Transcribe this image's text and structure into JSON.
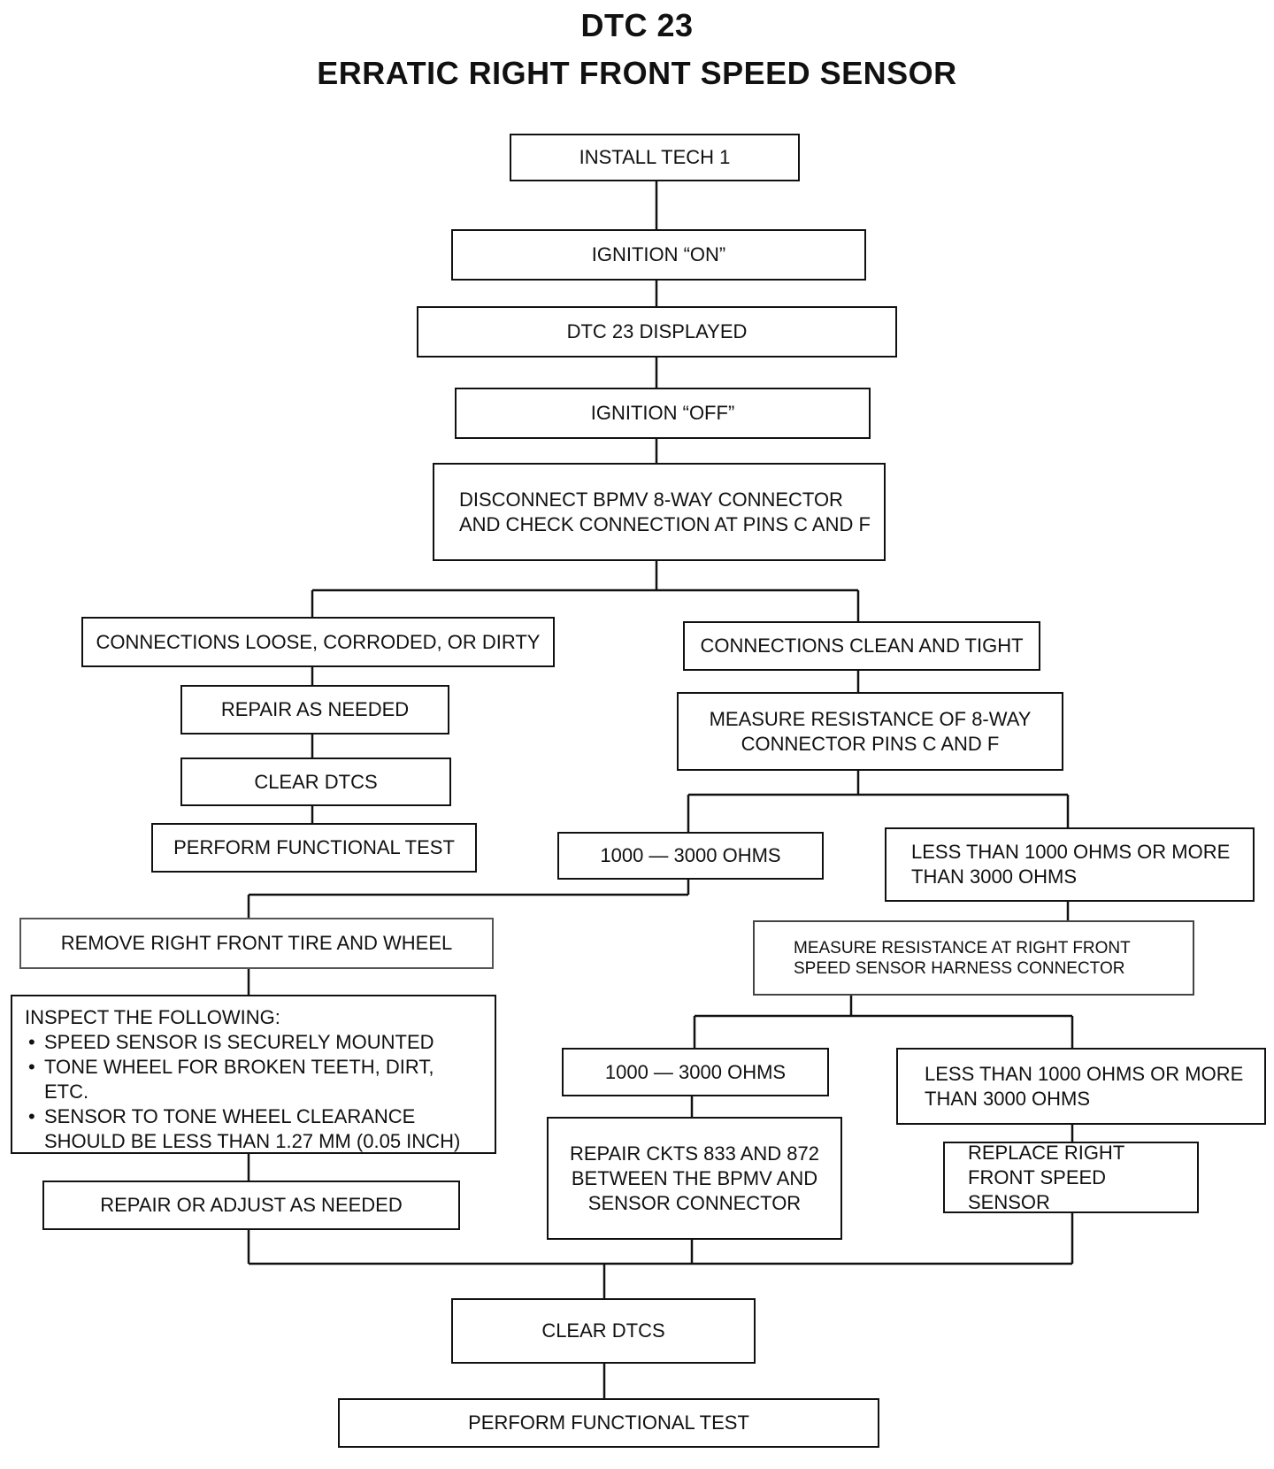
{
  "title": "DTC 23",
  "subtitle": "ERRATIC RIGHT FRONT SPEED SENSOR",
  "steps": {
    "install_tech1": "INSTALL TECH 1",
    "ignition_on": "IGNITION “ON”",
    "dtc_displayed": "DTC 23 DISPLAYED",
    "ignition_off": "IGNITION “OFF”",
    "disconnect_bpmv": "DISCONNECT BPMV 8-WAY CONNECTOR AND CHECK CONNECTION AT PINS C AND F",
    "connections_loose": "CONNECTIONS LOOSE, CORRODED, OR DIRTY",
    "repair_as_needed": "REPAIR AS NEEDED",
    "clear_dtcs_left": "CLEAR DTCS",
    "functional_test_left": "PERFORM FUNCTIONAL TEST",
    "connections_clean": "CONNECTIONS CLEAN AND TIGHT",
    "measure_8way": "MEASURE RESISTANCE OF 8-WAY CONNECTOR PINS C AND F",
    "ohms_ok_1": "1000 — 3000 OHMS",
    "ohms_bad_1": "LESS THAN 1000 OHMS OR MORE THAN 3000 OHMS",
    "remove_tire": "REMOVE RIGHT FRONT TIRE AND WHEEL",
    "inspect_heading": "INSPECT THE FOLLOWING:",
    "inspect_items": [
      "SPEED SENSOR IS SECURELY MOUNTED",
      "TONE WHEEL FOR BROKEN TEETH, DIRT, ETC.",
      "SENSOR TO TONE WHEEL CLEARANCE SHOULD BE LESS THAN 1.27 MM (0.05 INCH)"
    ],
    "repair_adjust": "REPAIR OR ADJUST AS NEEDED",
    "measure_harness": "MEASURE RESISTANCE AT RIGHT FRONT SPEED SENSOR HARNESS CONNECTOR",
    "ohms_ok_2": "1000 — 3000 OHMS",
    "ohms_bad_2": "LESS THAN 1000 OHMS OR MORE THAN 3000 OHMS",
    "repair_ckts": "REPAIR CKTS 833 AND 872 BETWEEN THE BPMV AND SENSOR CONNECTOR",
    "replace_sensor": "REPLACE RIGHT FRONT SPEED SENSOR",
    "clear_dtcs_final": "CLEAR DTCS",
    "functional_test_final": "PERFORM FUNCTIONAL TEST"
  }
}
